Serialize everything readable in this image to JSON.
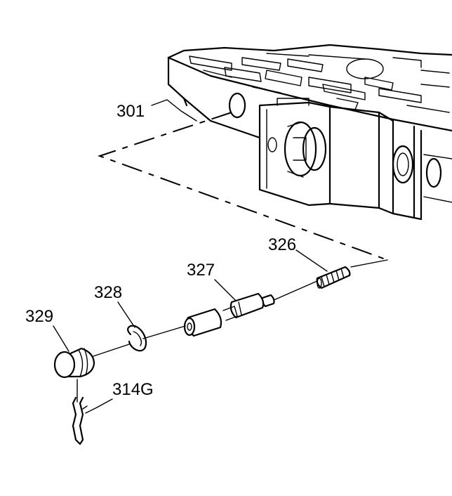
{
  "diagram": {
    "callouts": {
      "c301": "301",
      "c326": "326",
      "c327": "327",
      "c328": "328",
      "c329": "329",
      "c314g": "314G"
    }
  },
  "colors": {
    "line": "#000000",
    "background": "#ffffff"
  }
}
